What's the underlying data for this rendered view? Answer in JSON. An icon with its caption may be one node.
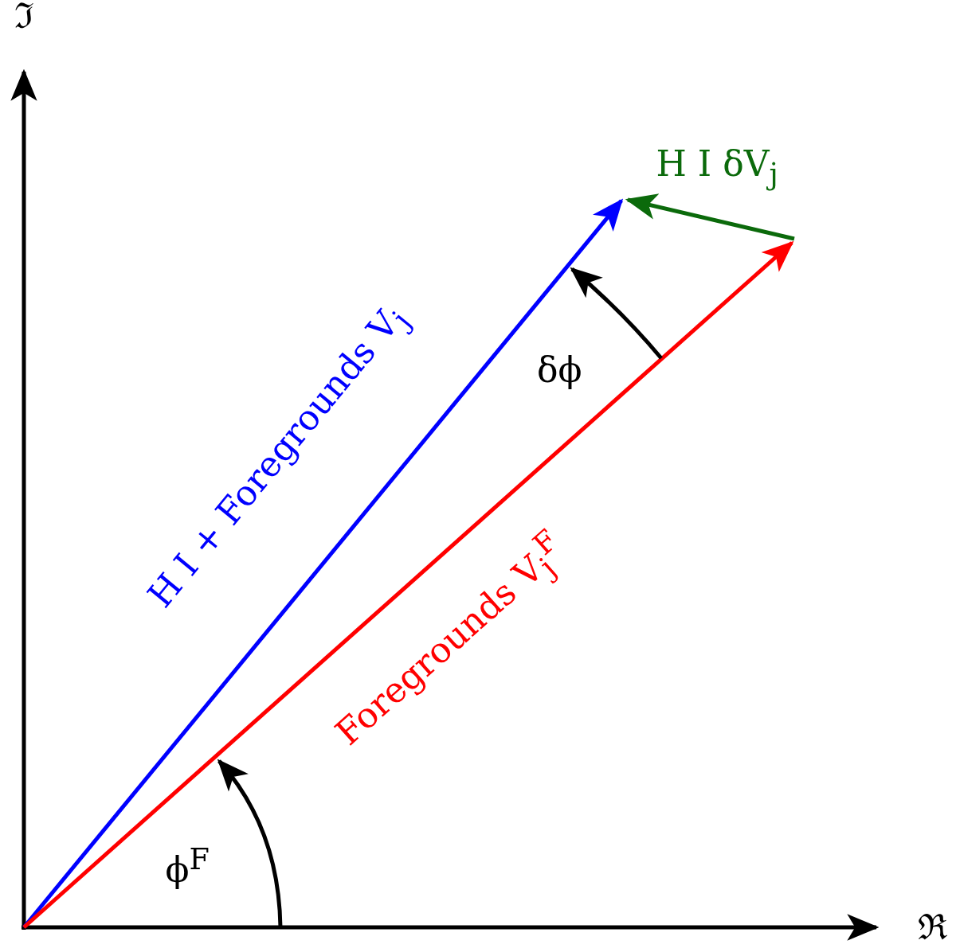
{
  "diagram": {
    "labels": [
      "ℑ",
      "H I + Foregrounds V$_{j}$",
      "H I δV$_{j}$",
      "δϕ",
      "Foregrounds V$_{j}$$^{F}$",
      "ϕ$^{F}$",
      "ℜ"
    ]
  }
}
